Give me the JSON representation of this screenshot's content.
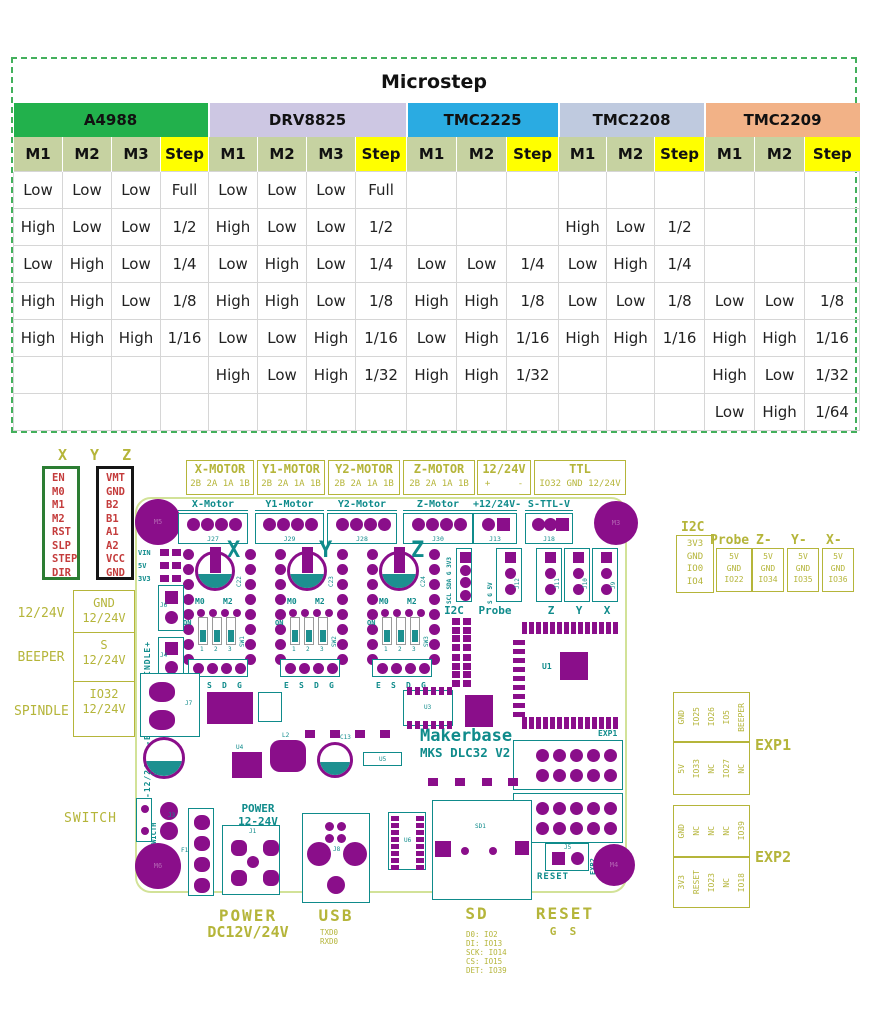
{
  "table": {
    "title": "Microstep",
    "groups": [
      {
        "name": "A4988",
        "color": "#22b14c",
        "cols": [
          "M1",
          "M2",
          "M3",
          "Step"
        ]
      },
      {
        "name": "DRV8825",
        "color": "#cdc7e3",
        "cols": [
          "M1",
          "M2",
          "M3",
          "Step"
        ]
      },
      {
        "name": "TMC2225",
        "color": "#2aabe2",
        "cols": [
          "M1",
          "M2",
          "Step"
        ]
      },
      {
        "name": "TMC2208",
        "color": "#bfcadf",
        "cols": [
          "M1",
          "M2",
          "Step"
        ]
      },
      {
        "name": "TMC2209",
        "color": "#f2b287",
        "cols": [
          "M1",
          "M2",
          "Step"
        ]
      }
    ],
    "rows": [
      [
        "Low",
        "Low",
        "Low",
        "Full",
        "Low",
        "Low",
        "Low",
        "Full",
        "",
        "",
        "",
        "",
        "",
        "",
        "",
        "",
        ""
      ],
      [
        "High",
        "Low",
        "Low",
        "1/2",
        "High",
        "Low",
        "Low",
        "1/2",
        "",
        "",
        "",
        "High",
        "Low",
        "1/2",
        "",
        "",
        ""
      ],
      [
        "Low",
        "High",
        "Low",
        "1/4",
        "Low",
        "High",
        "Low",
        "1/4",
        "Low",
        "Low",
        "1/4",
        "Low",
        "High",
        "1/4",
        "",
        "",
        ""
      ],
      [
        "High",
        "High",
        "Low",
        "1/8",
        "High",
        "High",
        "Low",
        "1/8",
        "High",
        "High",
        "1/8",
        "Low",
        "Low",
        "1/8",
        "Low",
        "Low",
        "1/8"
      ],
      [
        "High",
        "High",
        "High",
        "1/16",
        "Low",
        "Low",
        "High",
        "1/16",
        "Low",
        "High",
        "1/16",
        "High",
        "High",
        "1/16",
        "High",
        "High",
        "1/16"
      ],
      [
        "",
        "",
        "",
        "",
        "High",
        "Low",
        "High",
        "1/32",
        "High",
        "High",
        "1/32",
        "",
        "",
        "",
        "High",
        "Low",
        "1/32"
      ],
      [
        "",
        "",
        "",
        "",
        "",
        "",
        "",
        "",
        "",
        "",
        "",
        "",
        "",
        "",
        "Low",
        "High",
        "1/64"
      ]
    ]
  },
  "pcb": {
    "xyz": "X Y Z",
    "pinbox_green": [
      "EN",
      "M0",
      "M1",
      "M2",
      "RST",
      "SLP",
      "STEP",
      "DIR"
    ],
    "pinbox_black": [
      "VMT",
      "GND",
      "B2",
      "B1",
      "A1",
      "A2",
      "VCC",
      "GND"
    ],
    "top_labels": [
      {
        "title": "X-MOTOR",
        "sub": "2B 2A 1A 1B"
      },
      {
        "title": "Y1-MOTOR",
        "sub": "2B 2A 1A 1B"
      },
      {
        "title": "Y2-MOTOR",
        "sub": "2B 2A 1A 1B"
      },
      {
        "title": "Z-MOTOR",
        "sub": "2B 2A 1A 1B"
      },
      {
        "title": "12/24V",
        "sub": "+ -"
      },
      {
        "title": "TTL",
        "sub": "IO32 GND 12/24V"
      }
    ],
    "left_ports": [
      {
        "label": "12/24V",
        "pins": [
          "GND",
          "12/24V"
        ]
      },
      {
        "label": "BEEPER",
        "pins": [
          "S",
          "12/24V"
        ]
      },
      {
        "label": "SPINDLE",
        "pins": [
          "IO32",
          "12/24V"
        ]
      }
    ],
    "switch_label": "SWITCH",
    "right_ports": [
      {
        "title": "I2C",
        "pins": [
          "3V3",
          "GND",
          "IO0",
          "IO4"
        ]
      },
      {
        "title": "Probe",
        "pins": [
          "5V",
          "GND",
          "IO22"
        ]
      },
      {
        "title": "Z-",
        "pins": [
          "5V",
          "GND",
          "IO34"
        ]
      },
      {
        "title": "Y-",
        "pins": [
          "5V",
          "GND",
          "IO35"
        ]
      },
      {
        "title": "X-",
        "pins": [
          "5V",
          "GND",
          "IO36"
        ]
      }
    ],
    "exp_ports": [
      {
        "label": "EXP1",
        "top": [
          "GND",
          "IO25",
          "IO26",
          "IO5",
          "BEEPER"
        ],
        "bottom": [
          "5V",
          "IO33",
          "NC",
          "IO27",
          "NC"
        ]
      },
      {
        "label": "EXP2",
        "top": [
          "GND",
          "NC",
          "NC",
          "NC",
          "IO39"
        ],
        "bottom": [
          "3V3",
          "RESET",
          "IO23",
          "NC",
          "IO18"
        ]
      }
    ],
    "bottom_labels": {
      "power_title": "POWER",
      "power_sub": "DC12V/24V",
      "usb_title": "USB",
      "usb_pins": [
        "TXD0",
        "RXD0"
      ],
      "sd_title": "SD",
      "sd_pins": [
        "D0: IO2",
        "DI: IO13",
        "SCK: IO14",
        "CS: IO15",
        "DET: IO39"
      ],
      "reset_title": "RESET",
      "reset_sub": "G  S"
    },
    "board": {
      "brand": "Makerbase",
      "model": "MKS DLC32 V2.1",
      "motor_headers": [
        {
          "silk": "X-Motor",
          "ref": "J27"
        },
        {
          "silk": "Y1-Motor",
          "ref": "J29"
        },
        {
          "silk": "Y2-Motor",
          "ref": "J28"
        },
        {
          "silk": "Z-Motor",
          "ref": "J30"
        },
        {
          "silk": "+12/24V-",
          "ref": "J13"
        },
        {
          "silk": "S-TTL-V",
          "ref": "J18"
        }
      ],
      "rails": [
        "VIN",
        "5V",
        "3V3"
      ],
      "edge_text": "-12/24V+ -BEEPER+ -SPINDLE+",
      "switch_silk": "SWICTH",
      "drivers": [
        {
          "axis": "X",
          "cap": "C22",
          "sw": "SW1"
        },
        {
          "axis": "Y",
          "cap": "C23",
          "sw": "SW2"
        },
        {
          "axis": "Z",
          "cap": "C24",
          "sw": "SW3"
        }
      ],
      "driver_labels": {
        "m0": "M0",
        "m2": "M2",
        "on": "ON",
        "esdg": [
          "E",
          "S",
          "D",
          "G"
        ],
        "dip": [
          "1",
          "2",
          "3"
        ]
      },
      "io_headers": [
        {
          "label": "I2C",
          "vert": "SCL SDA G 3V3",
          "ref": ""
        },
        {
          "label": "Probe",
          "vert": "S G 5V",
          "ref": "J12"
        },
        {
          "label": "Z",
          "vert": "",
          "ref": "J11"
        },
        {
          "label": "Y",
          "vert": "",
          "ref": "J10"
        },
        {
          "label": "X",
          "vert": "",
          "ref": "J9"
        }
      ],
      "mcu": "U1",
      "exp1_silk": "EXP1",
      "exp2_silk": "EXP2",
      "power_silk_1": "POWER",
      "power_silk_2": "12-24V",
      "reset_silk": "RESET",
      "mount_holes": [
        "M5",
        "M3",
        "M6",
        "M4"
      ],
      "refs": {
        "j1": "J1",
        "j8": "J8",
        "u6": "U6",
        "sd1": "SD1",
        "j5": "J5",
        "j7": "J7",
        "j6": "J6",
        "j4": "J4",
        "j3": "J3",
        "f1": "F1",
        "c5": "C5",
        "c13": "C13",
        "u3": "U3",
        "u5": "U5",
        "u4": "U4",
        "l2": "L2"
      }
    }
  }
}
